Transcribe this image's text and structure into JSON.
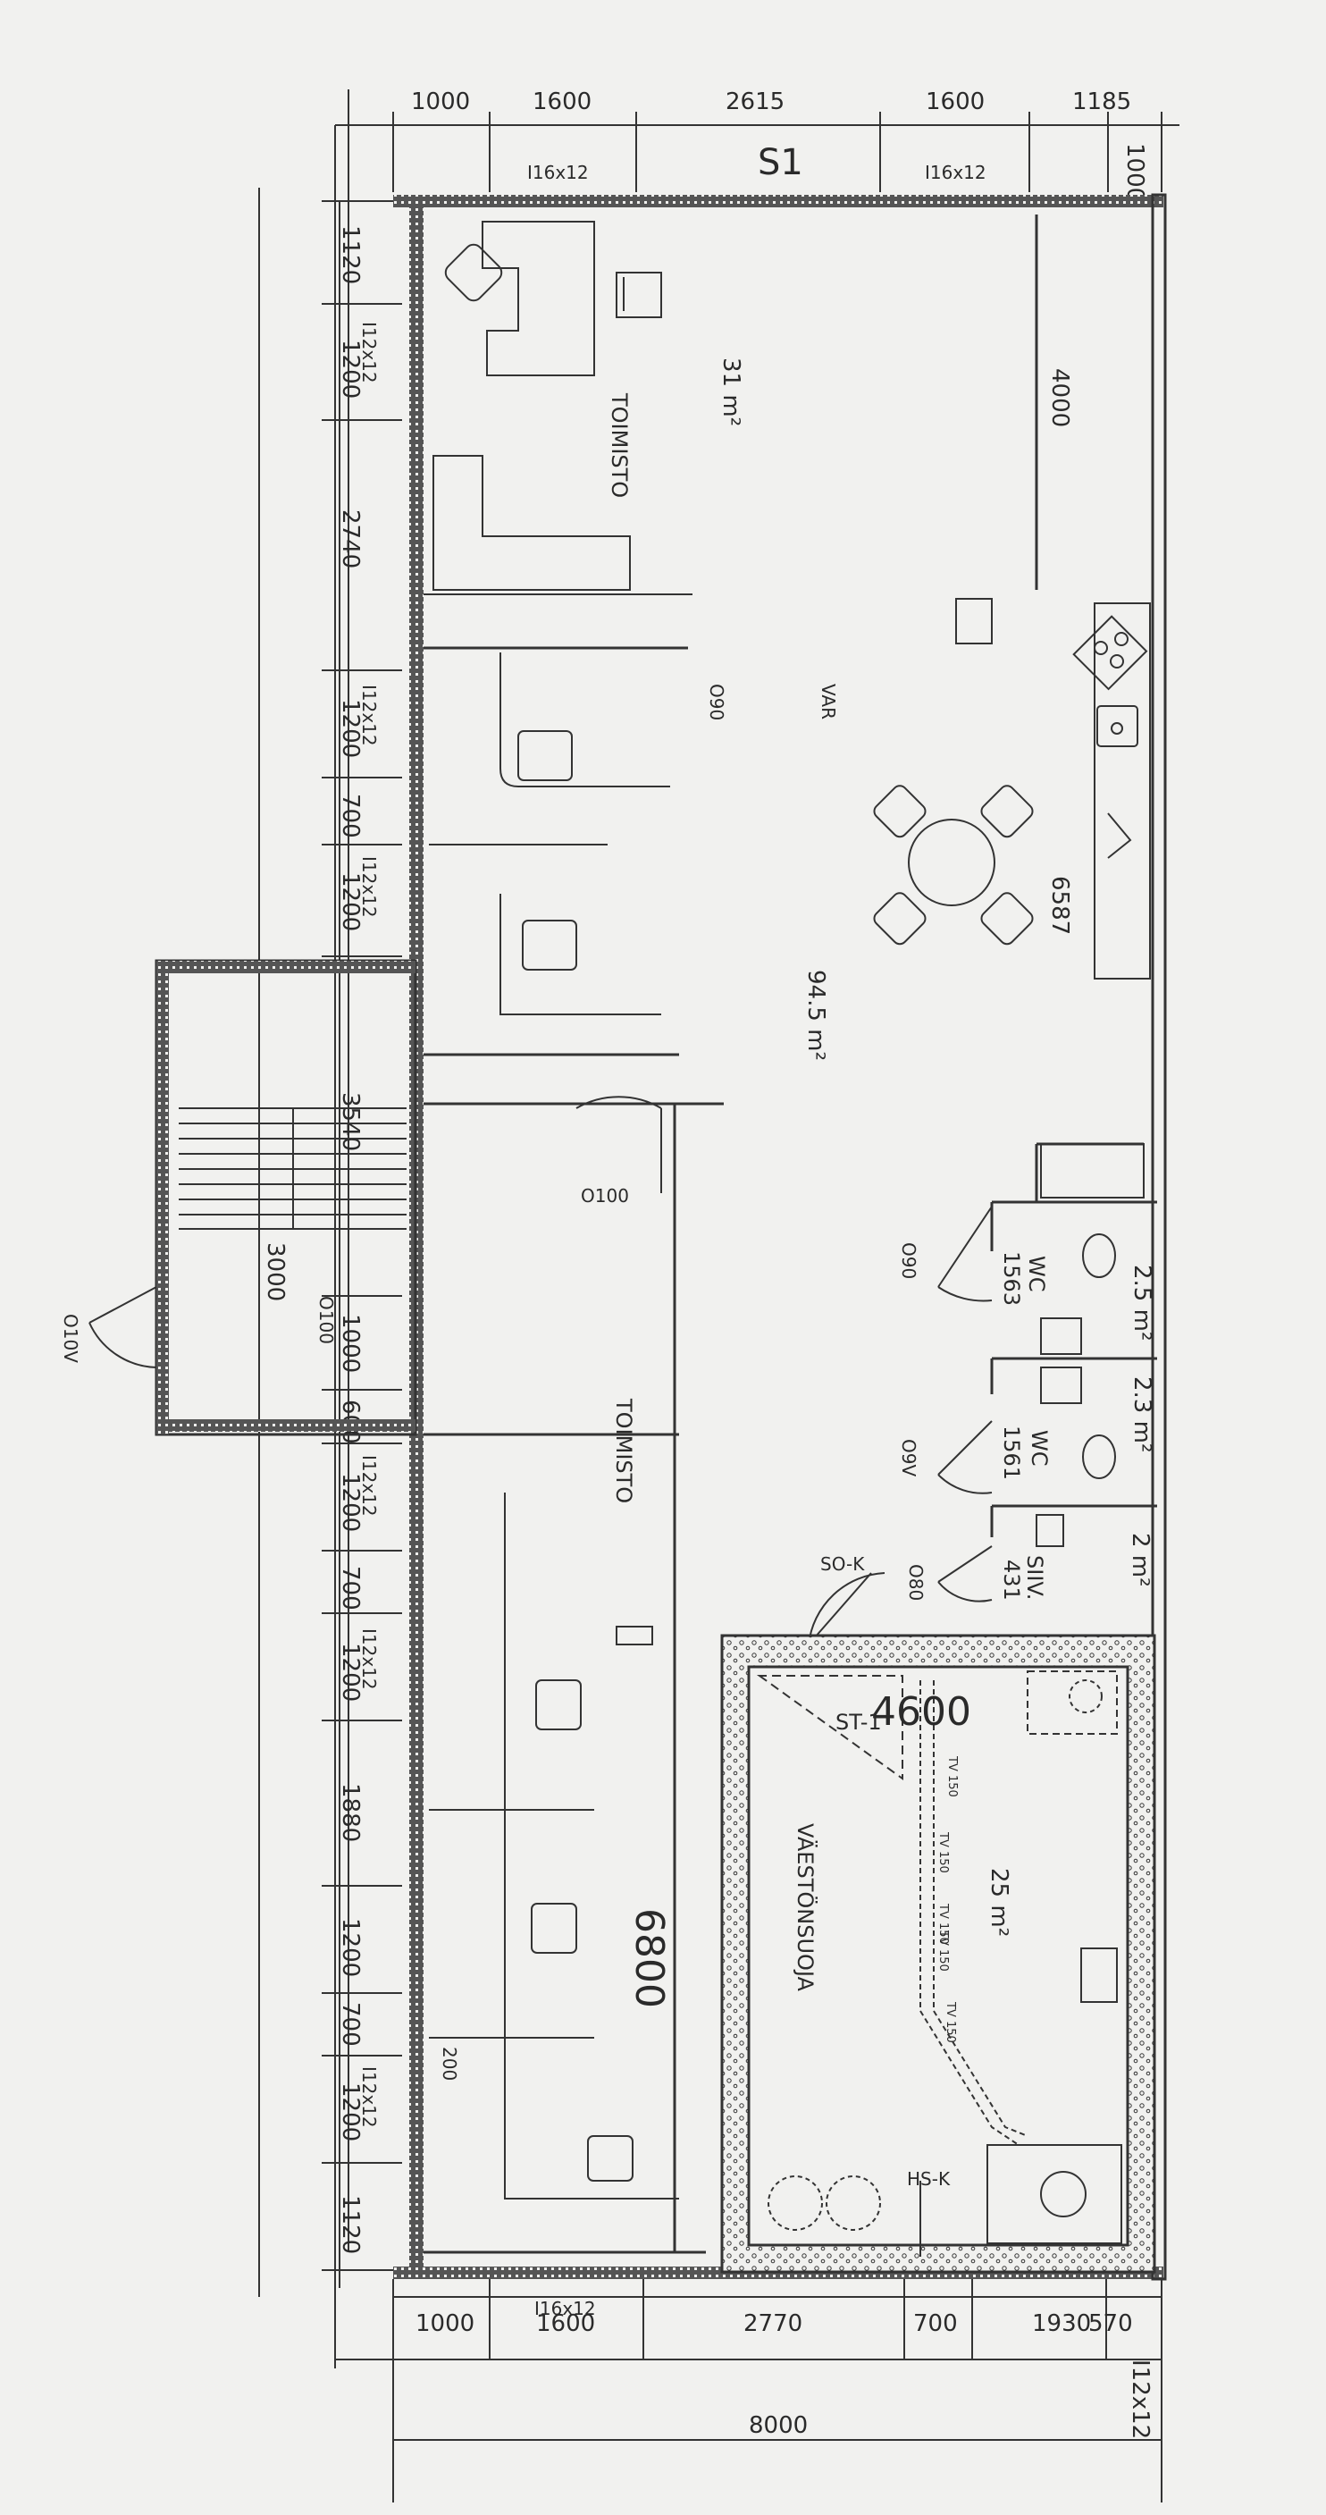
{
  "top_dims": [
    "1000",
    "1600",
    "2615",
    "1600",
    "1185",
    "1000"
  ],
  "top_labels": {
    "s1": "S1",
    "window_a": "I16x12",
    "window_b": "I16x12"
  },
  "left_dims": [
    "1120",
    "1200",
    "2740",
    "1200",
    "700",
    "1200",
    "3540",
    "1000",
    "600",
    "1200",
    "700",
    "1200",
    "1880",
    "1200",
    "700",
    "1200",
    "1120"
  ],
  "left_window_tags": [
    "I12x12",
    "I12x12",
    "I12x12",
    "I12x12",
    "I12x12",
    "I12x12"
  ],
  "bottom_dims": [
    "1000",
    "1600",
    "2770",
    "700",
    "1930",
    "570"
  ],
  "bottom_window": "I16x12",
  "overall_width": "8000",
  "corner_tag": "I12x12",
  "rooms": {
    "office1": {
      "name": "TOIMISTO",
      "area": "31 m²"
    },
    "open_space": {
      "area": "94.5 m²",
      "dim": "6587"
    },
    "office2": {
      "name": "TOIMISTO"
    },
    "shelter": {
      "name": "VÄESTÖNSUOJA",
      "area": "25 m²",
      "code": "ST-1",
      "width": "4600"
    },
    "wc1": {
      "name": "WC",
      "code": "1563",
      "area": "2.5 m²"
    },
    "wc2": {
      "name": "WC",
      "code": "1561",
      "area": "2.3 m²"
    },
    "siiv": {
      "name": "SIIV.",
      "code": "431",
      "area": "2 m²"
    }
  },
  "dims_misc": {
    "right_4000": "4000",
    "length_6800": "6800",
    "stair_3000": "3000",
    "small_200": "200"
  },
  "door_tags": {
    "d090a": "O90",
    "dvar": "VAR",
    "d0100a": "O100",
    "d0100b": "O100",
    "d010v": "O10V",
    "d090b": "O90",
    "d09v": "O9V",
    "d080": "O80",
    "so_k": "SO-K",
    "hs_k": "HS-K"
  },
  "tv_labels": [
    "TV 150",
    "TV 150",
    "TV 150",
    "TV 150",
    "TV 150"
  ]
}
